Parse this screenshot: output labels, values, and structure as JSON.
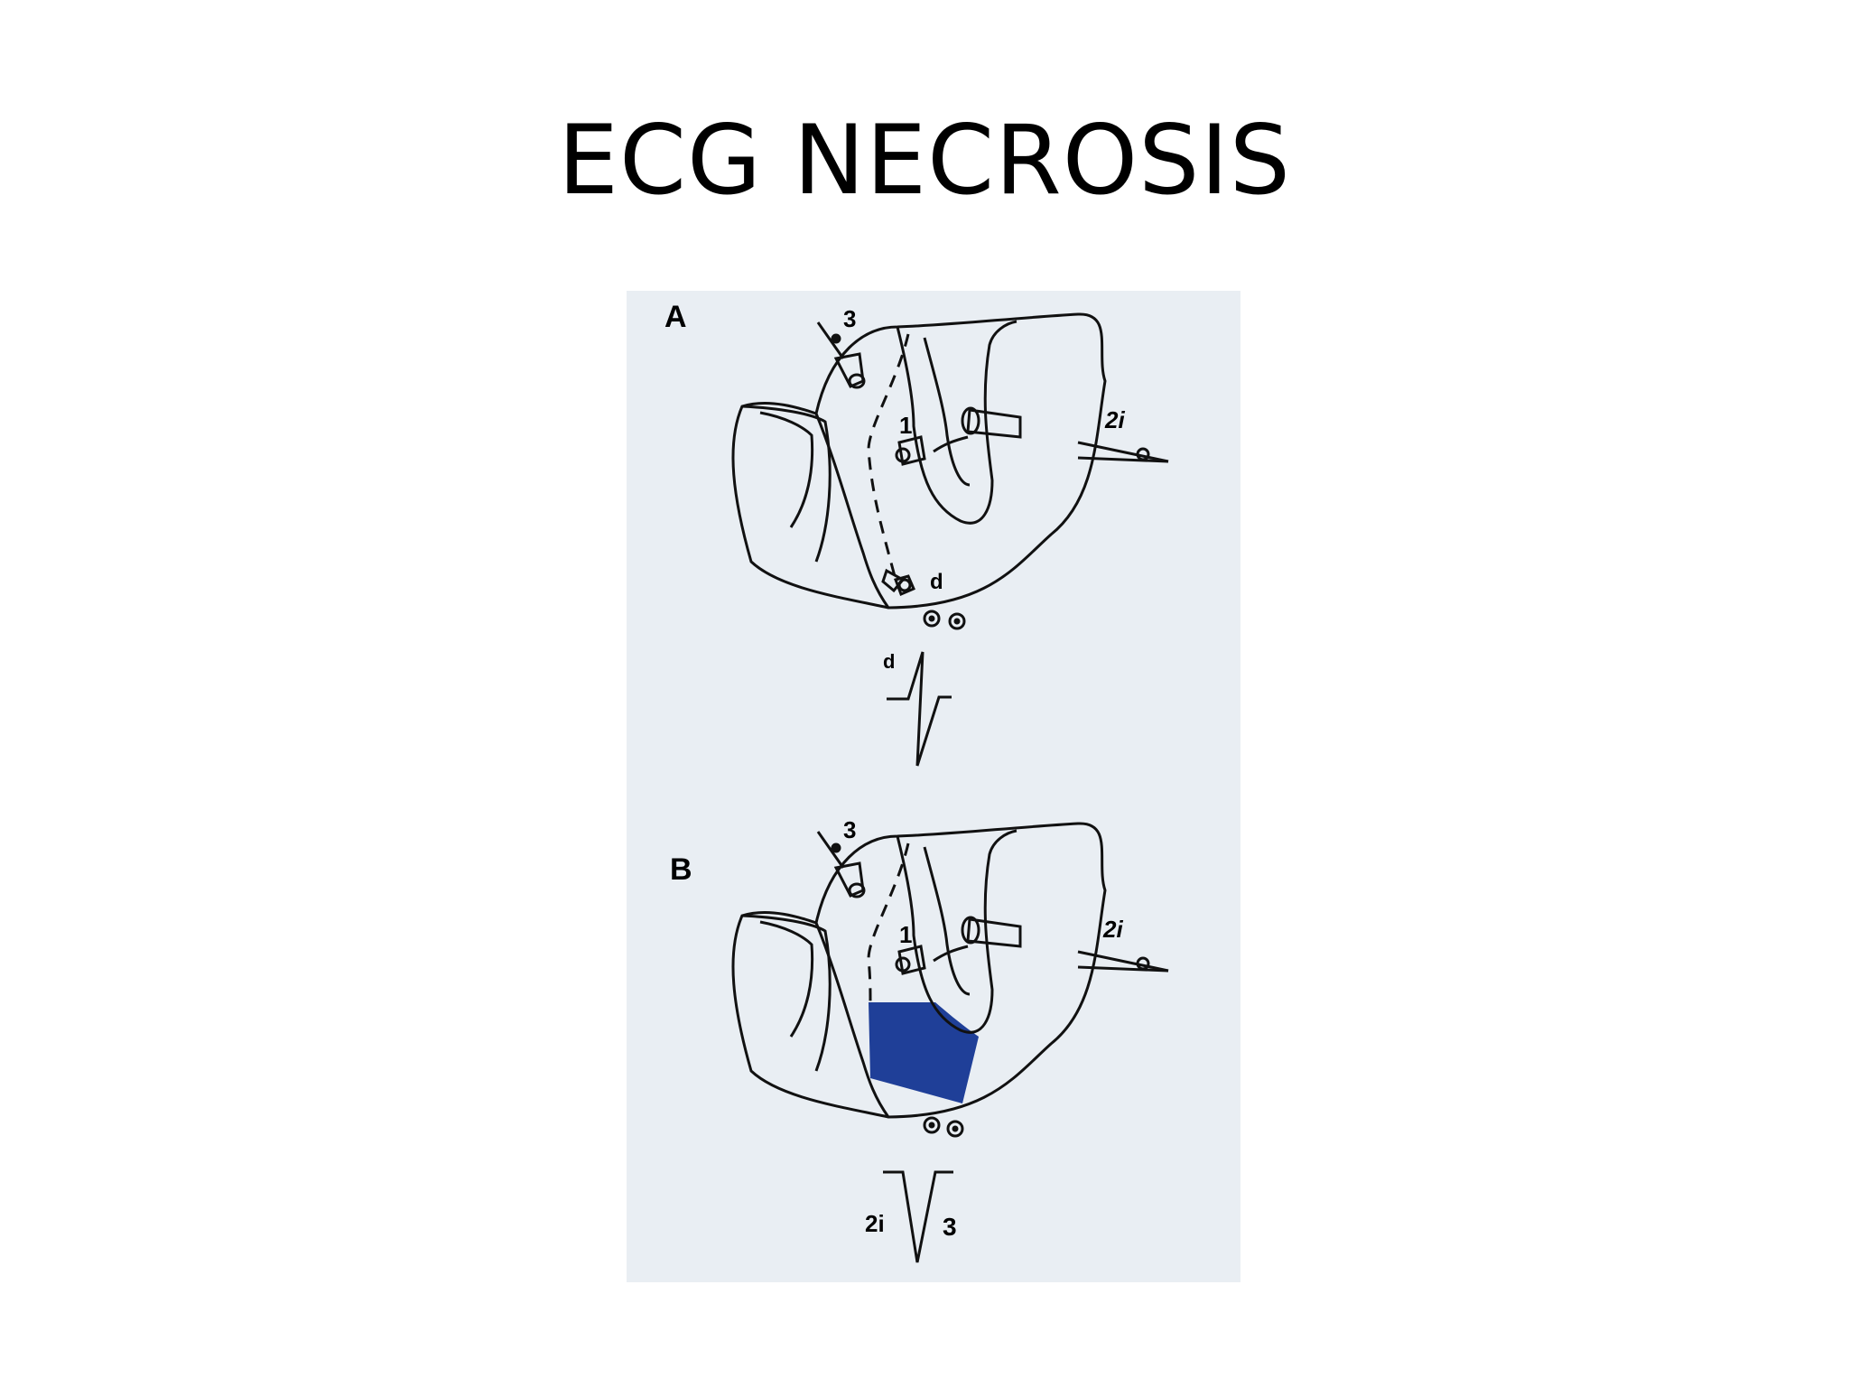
{
  "slide": {
    "title": "ECG NECROSIS"
  },
  "colors": {
    "figure_background": "#e9eef3",
    "necrosis_fill": "#1f3f98",
    "ink": "#111111"
  },
  "figure": {
    "panel_a": {
      "letter": "A",
      "vector_labels": [
        "3",
        "1",
        "2i",
        "d"
      ],
      "ecg_label": "d"
    },
    "panel_b": {
      "letter": "B",
      "vector_labels": [
        "3",
        "1",
        "2i"
      ],
      "ecg_label_left": "2i",
      "ecg_label_right": "3"
    }
  }
}
